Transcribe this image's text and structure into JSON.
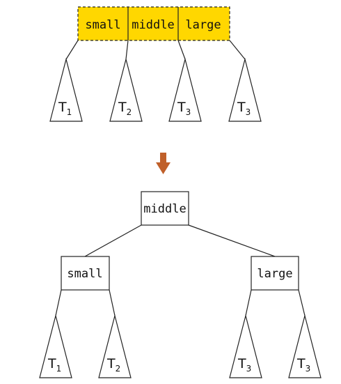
{
  "colors": {
    "highlight_fill": "#ffd700",
    "arrow": "#c0602a",
    "stroke": "#222222"
  },
  "top_node": {
    "keys": [
      "small",
      "middle",
      "large"
    ]
  },
  "top_subtrees": [
    {
      "letter": "T",
      "sub": "1"
    },
    {
      "letter": "T",
      "sub": "2"
    },
    {
      "letter": "T",
      "sub": "3"
    },
    {
      "letter": "T",
      "sub": "3"
    }
  ],
  "result": {
    "root": "middle",
    "left": "small",
    "right": "large",
    "subtrees": [
      {
        "letter": "T",
        "sub": "1"
      },
      {
        "letter": "T",
        "sub": "2"
      },
      {
        "letter": "T",
        "sub": "3"
      },
      {
        "letter": "T",
        "sub": "3"
      }
    ]
  }
}
